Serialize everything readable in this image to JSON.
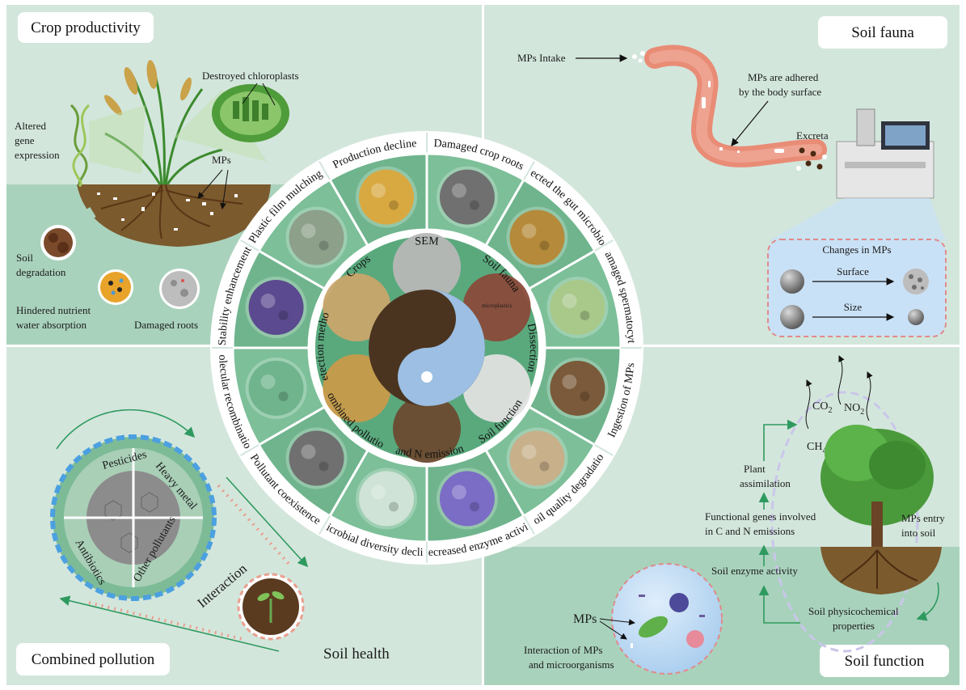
{
  "quadrants": {
    "crop_productivity": {
      "title": "Crop productivity",
      "labels": {
        "destroyed_chloroplasts": "Destroyed chloroplasts",
        "altered_gene_expression_1": "Altered",
        "altered_gene_expression_2": "gene",
        "altered_gene_expression_3": "expression",
        "mps": "MPs",
        "soil_degradation_1": "Soil",
        "soil_degradation_2": "degradation",
        "hindered_1": "Hindered nutrient",
        "hindered_2": "water absorption",
        "damaged_roots": "Damaged roots"
      }
    },
    "soil_fauna": {
      "title": "Soil fauna",
      "labels": {
        "mps_intake": "MPs Intake",
        "adhered_1": "MPs are adhered",
        "adhered_2": "by the body surface",
        "excreta": "Excreta",
        "changes_in_mps": "Changes in MPs",
        "surface": "Surface",
        "size": "Size"
      }
    },
    "combined_pollution": {
      "title": "Combined pollution",
      "labels": {
        "pesticides": "Pesticides",
        "heavy_metal": "Heavy metal",
        "antibiotics": "Antibiotics",
        "other_pollutants": "Other pollutants",
        "interaction": "Interaction",
        "soil_health": "Soil health"
      }
    },
    "soil_function": {
      "title": "Soil function",
      "labels": {
        "co2": "CO",
        "co2_sub": "2",
        "no2": "NO",
        "no2_sub": "2",
        "ch4": "CH",
        "ch4_sub": "4",
        "plant_1": "Plant",
        "plant_2": "assimilation",
        "genes_1": "Functional genes involved",
        "genes_2": "in C and N emissions",
        "entry_1": "MPs entry",
        "entry_2": "into soil",
        "enzyme": "Soil enzyme activity",
        "physchem_1": "Soil physicochemical",
        "physchem_2": "properties",
        "mps": "MPs",
        "interaction_1": "Interaction of MPs",
        "interaction_2": "and microorganisms"
      }
    }
  },
  "outer_ring": [
    "Damaged crop roots",
    "Affected the gut microbiome",
    "Damaged spermatocyte",
    "Ingestion of MPs",
    "Soil quality degradation",
    "Decreased enzyme activity",
    "Microbial diversity decline",
    "Pollutant coexistence",
    "Molecular recombination",
    "Stability enhancement",
    "Plastic film mulching",
    "Production decline"
  ],
  "ring_icons": [
    "sem-root-icon",
    "gut-microbiome-icon",
    "worm-icon",
    "mite-icon",
    "cracked-soil-icon",
    "enzyme-cell-icon",
    "atom-icon",
    "pollutant-sem-icon",
    "molecule-icon",
    "fullerene-icon",
    "mulch-film-icon",
    "wheat-icon"
  ],
  "inner_ring": {
    "sem": "SEM",
    "crops": "Crops",
    "soil_fauna": "Soil fauna",
    "detection_method": "Detection method",
    "dissection": "Dissection",
    "combined_pollution": "Combined pollution",
    "soil_function": "Soil function",
    "c_and_n_emissions": "C and N emissions",
    "microplastics_sign": "microplastics"
  },
  "colors": {
    "bg_light": "#d3e6dc",
    "bg_mid": "#a9d2bc",
    "ring_green": "#6fb48d",
    "ring_dark": "#3f9466",
    "inner_green": "#53a276",
    "white": "#ffffff"
  }
}
